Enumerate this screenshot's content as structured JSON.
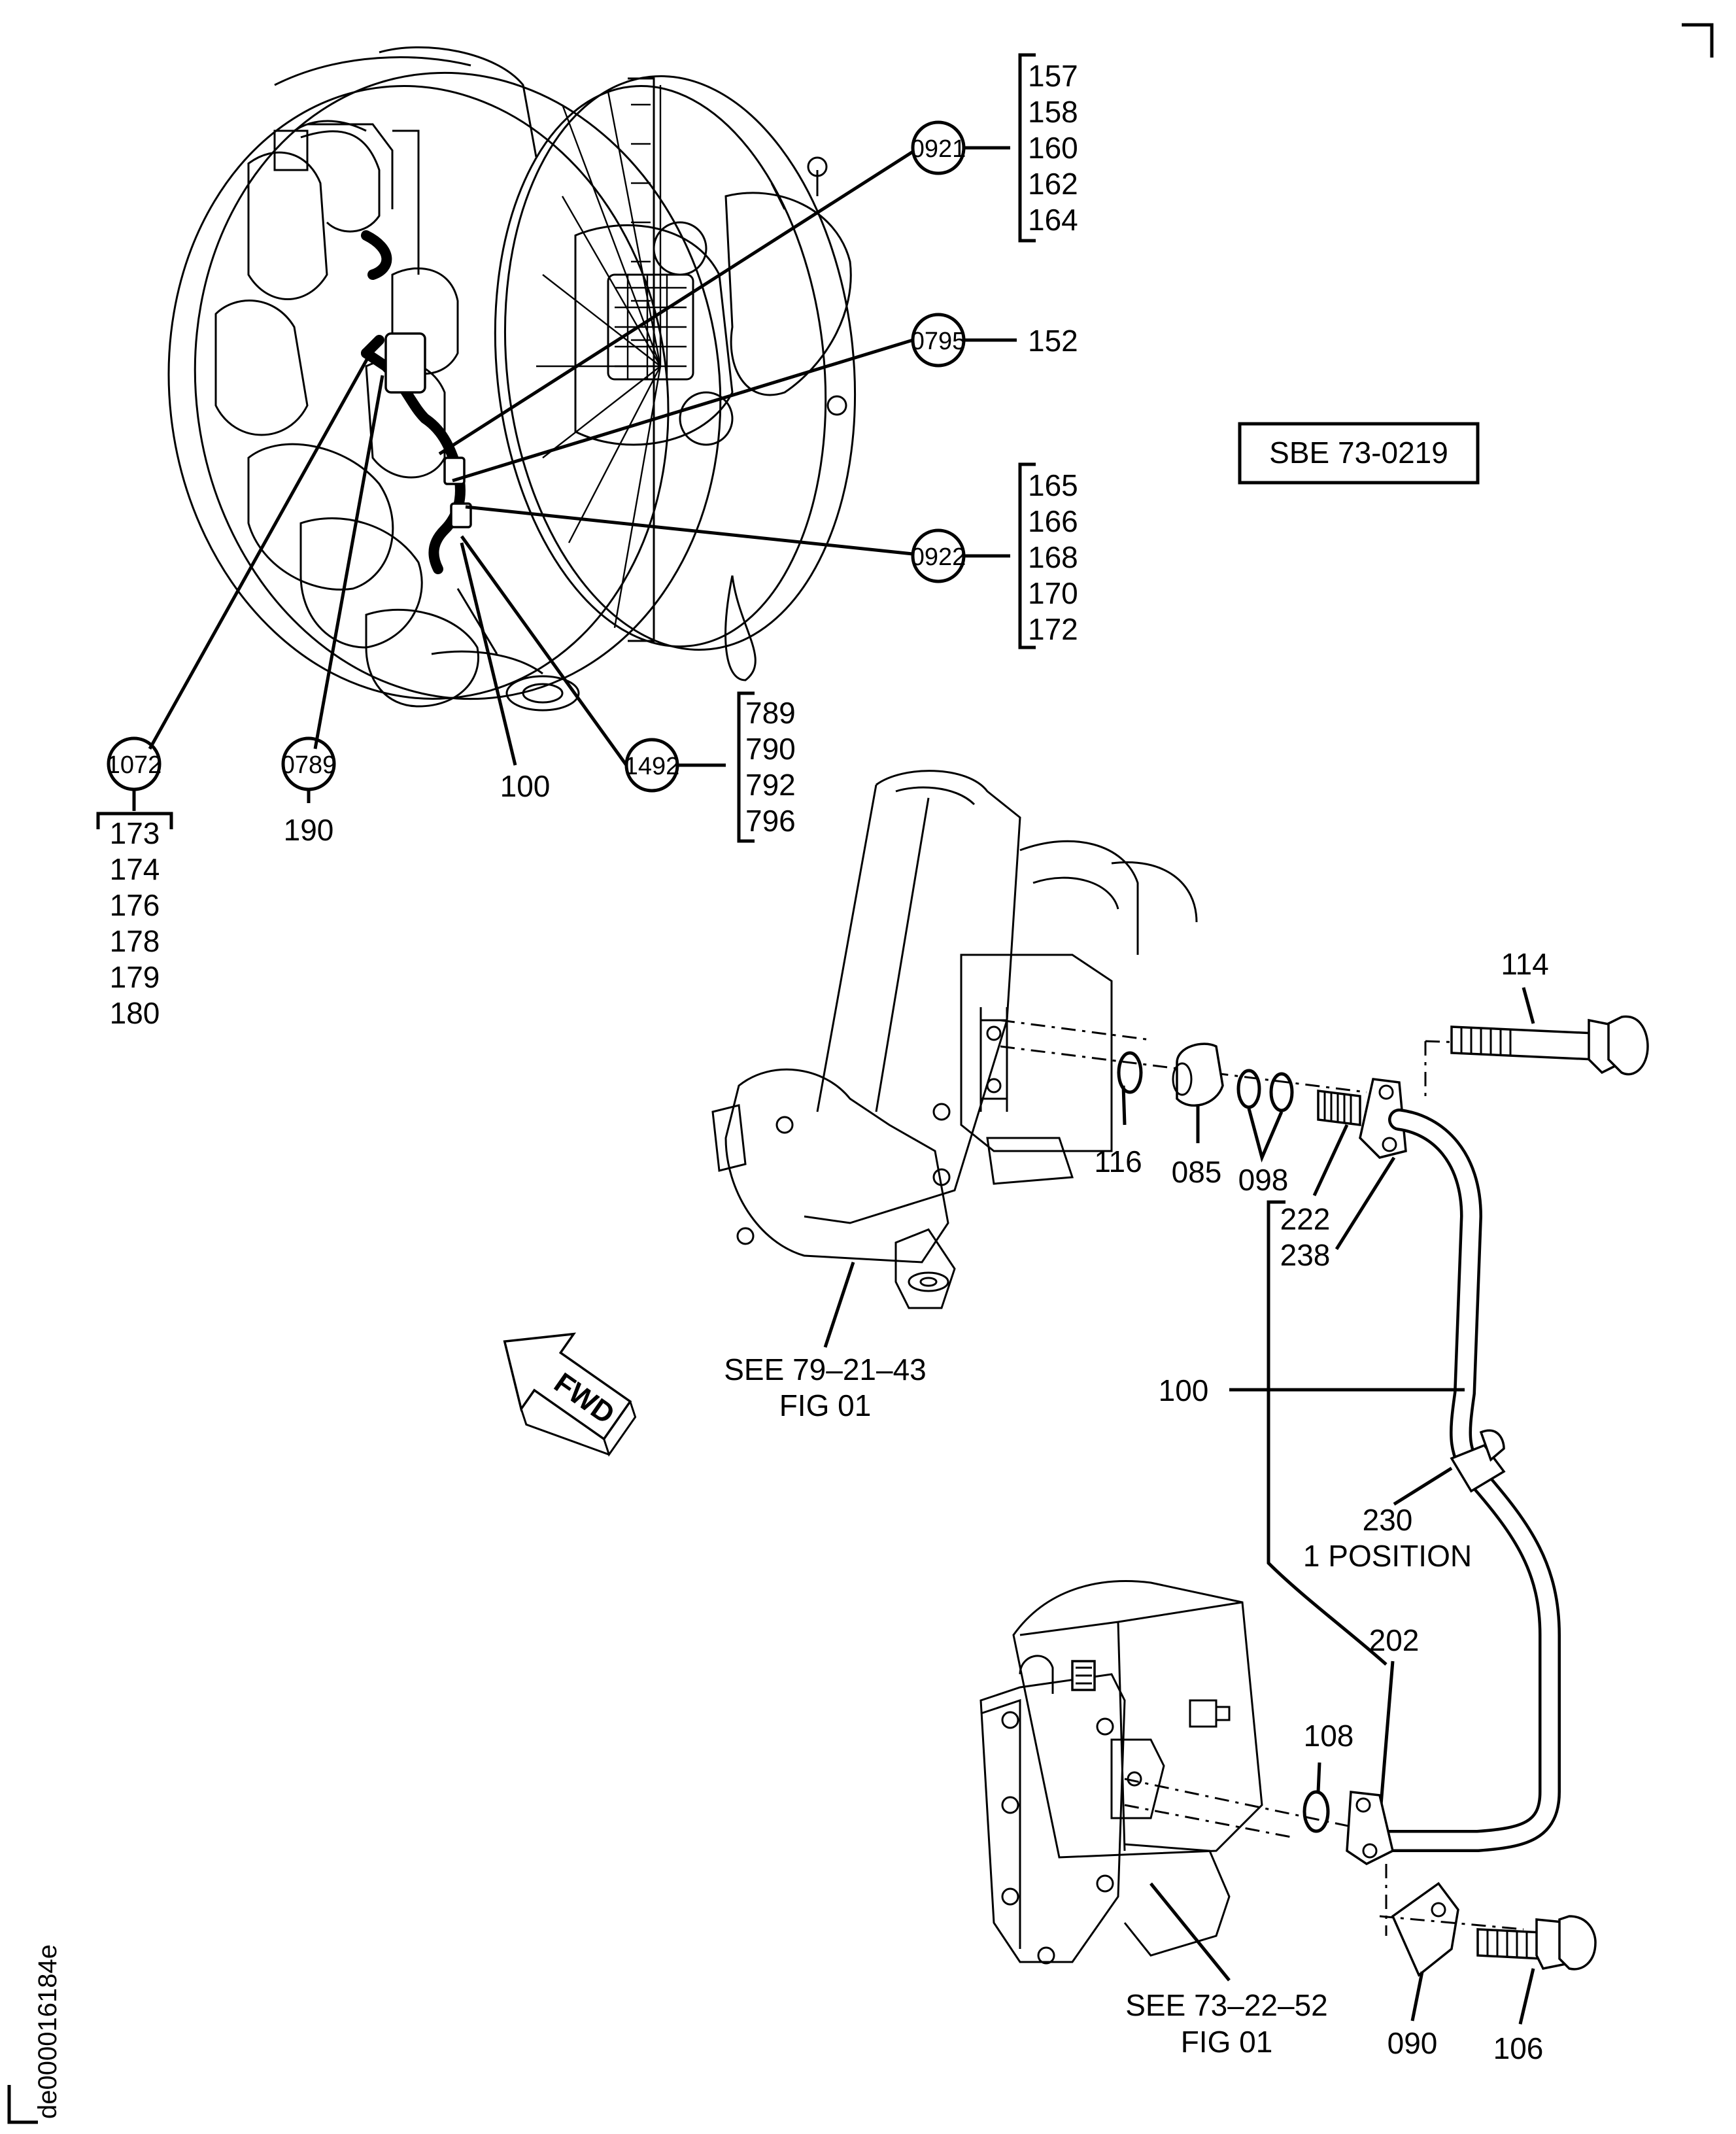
{
  "figure": {
    "drawing_id": "de000016184e",
    "reference_box": "SBE 73-0219",
    "forward_arrow": "FWD"
  },
  "callouts": {
    "c0921": {
      "id": "0921",
      "items": [
        "157",
        "158",
        "160",
        "162",
        "164"
      ]
    },
    "c0795": {
      "id": "0795",
      "item": "152"
    },
    "c0922": {
      "id": "0922",
      "items": [
        "165",
        "166",
        "168",
        "170",
        "172"
      ]
    },
    "c1492": {
      "id": "1492",
      "items": [
        "789",
        "790",
        "792",
        "796"
      ]
    },
    "c1072": {
      "id": "1072",
      "items": [
        "173",
        "174",
        "176",
        "178",
        "179",
        "180"
      ]
    },
    "c0789": {
      "id": "0789",
      "item": "190"
    }
  },
  "parts": {
    "tube_upper": "100",
    "tube_main": "100",
    "bolt_top": "114",
    "seal_116": "116",
    "fitting_085": "085",
    "seals_098": "098",
    "union_222": "222",
    "union_238": "238",
    "clamp_230": "230",
    "clamp_position": "1 POSITION",
    "flange_202": "202",
    "seal_108": "108",
    "bracket_090": "090",
    "bolt_106": "106"
  },
  "references": {
    "ref_upper_line1": "SEE 79–21–43",
    "ref_upper_line2": "FIG 01",
    "ref_lower_line1": "SEE 73–22–52",
    "ref_lower_line2": "FIG 01"
  }
}
